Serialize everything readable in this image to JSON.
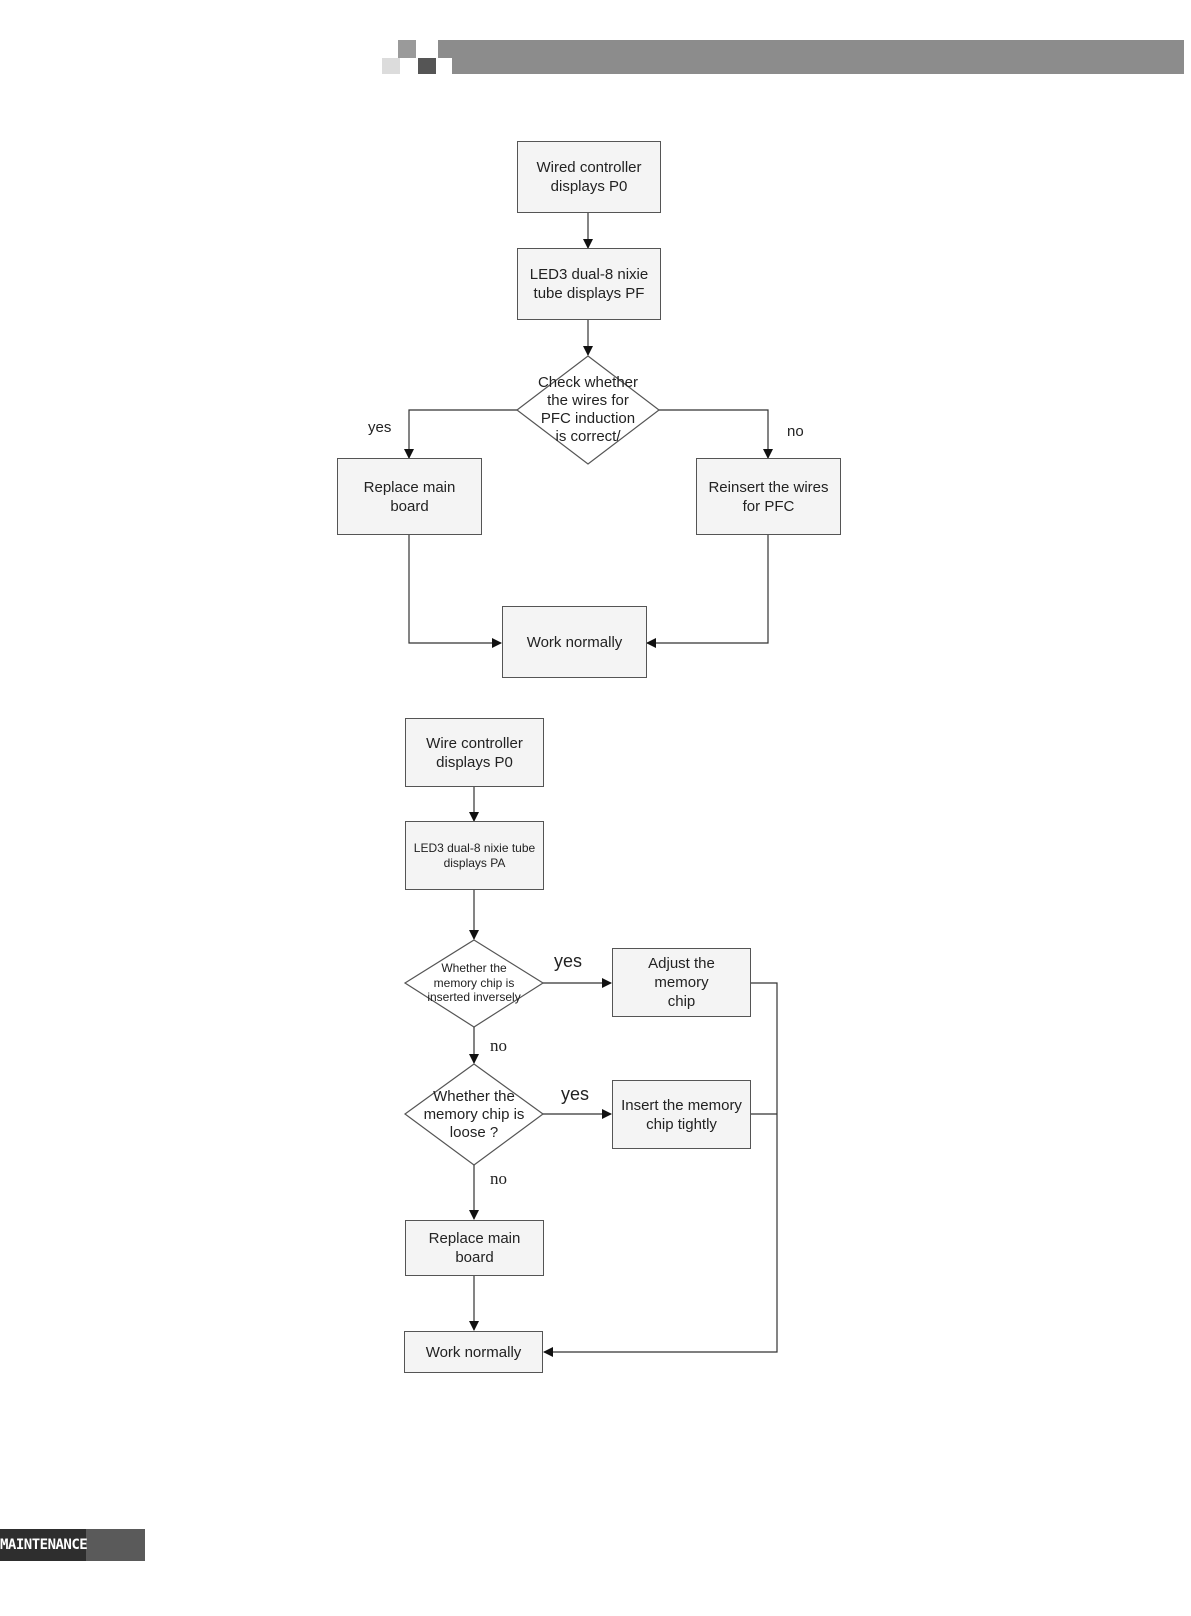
{
  "footer": {
    "section_label": "MAINTENANCE"
  },
  "flowchart_1": {
    "start": "Wired controller\ndisplays  P0",
    "step_led": "LED3 dual-8 nixie\ntube displays PF",
    "decision": "Check whether\nthe wires for\nPFC induction\nis correct/",
    "label_yes": "yes",
    "label_no": "no",
    "yes_action": "Replace main\nboard",
    "no_action": "Reinsert the wires\nfor PFC",
    "end": "Work normally"
  },
  "flowchart_2": {
    "start": "Wire controller\ndisplays P0",
    "step_led": "LED3 dual-8 nixie tube\ndisplays PA",
    "decision_1": "Whether the\nmemory chip is\ninserted inversely",
    "decision_1_yes_label": "yes",
    "decision_1_yes_action": "Adjust the memory\nchip",
    "decision_1_no_label": "no",
    "decision_2": "Whether the\nmemory chip is\nloose ?",
    "decision_2_yes_label": "yes",
    "decision_2_yes_action": "Insert the memory\nchip tightly",
    "decision_2_no_label": "no",
    "fallback_action": "Replace main\nboard",
    "end": "Work normally"
  }
}
